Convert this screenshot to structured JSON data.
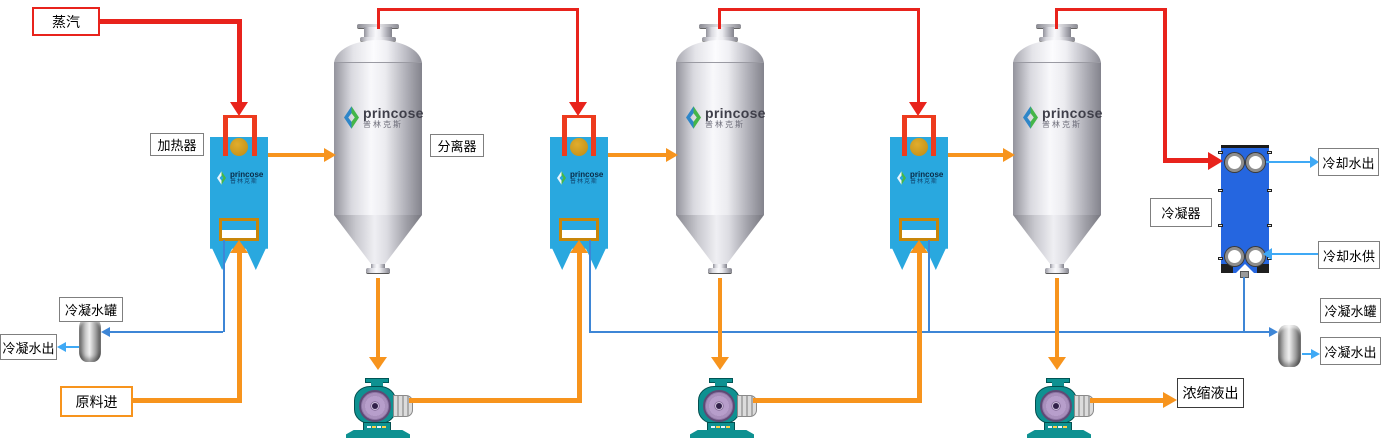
{
  "brand": {
    "name": "princose",
    "name_cn": "普林克斯"
  },
  "equipment_labels": {
    "heater": "加热器",
    "separator": "分离器",
    "condenser": "冷凝器",
    "condensate_tank_left": "冷凝水罐",
    "condensate_tank_right": "冷凝水罐"
  },
  "stream_labels": {
    "steam": "蒸汽",
    "feed_in": "原料进",
    "concentrate_out": "浓缩液出",
    "cooling_water_out": "冷却水出",
    "cooling_water_supply": "冷却水供",
    "condensate_out_left": "冷凝水出",
    "condensate_out_right": "冷凝水出"
  },
  "colors": {
    "steam_line": "#e8231c",
    "process_line": "#f7941d",
    "cooling_line": "#3fa9f5",
    "condensate_line": "#3e86d6",
    "heater_body": "#29a8df",
    "condenser_body": "#2566e0",
    "pump_body": "#0e9191",
    "pump_casing": "#a88fbc"
  }
}
